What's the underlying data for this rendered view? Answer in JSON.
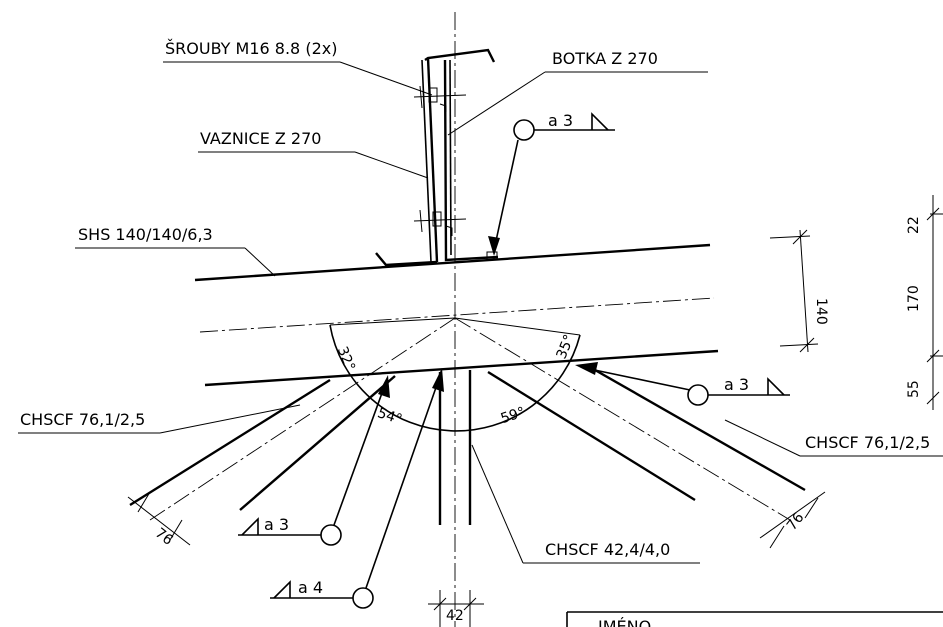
{
  "labels": {
    "bolts": "ŠROUBY M16 8.8 (2x)",
    "shoe": "BOTKA Z 270",
    "purlin": "VAZNICE Z 270",
    "chord": "SHS 140/140/6,3",
    "diag_left": "CHSCF 76,1/2,5",
    "diag_right": "CHSCF 76,1/2,5",
    "vertical": "CHSCF 42,4/4,0"
  },
  "welds": {
    "top": "a 3",
    "right": "a 3",
    "left_a3": "a 3",
    "left_a4": "a 4"
  },
  "angles": {
    "a32": "32°",
    "a54": "54°",
    "a59": "59°",
    "a35": "35°"
  },
  "dims": {
    "chord_h": "140",
    "d22": "22",
    "d170": "170",
    "d55": "55",
    "left_76": "76",
    "right_76": "76",
    "vert_42": "42"
  },
  "title_block": {
    "name_label": "JMÉNO"
  }
}
